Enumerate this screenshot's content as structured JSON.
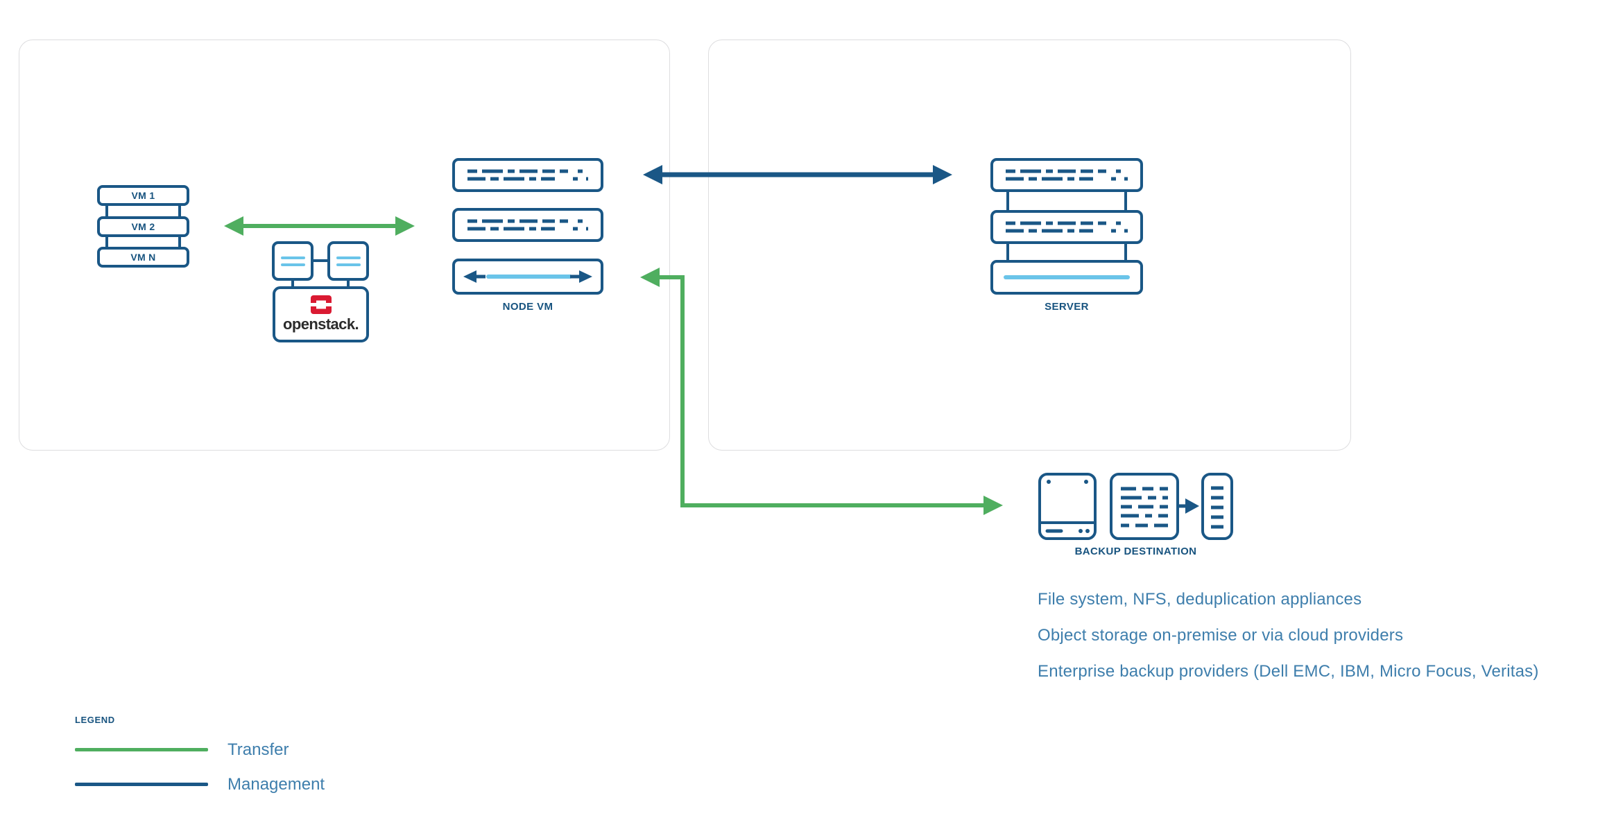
{
  "palette": {
    "navy": "#1A5786",
    "light_blue": "#6AC4E9",
    "green": "#4FAE5F",
    "caption_blue": "#3E7EAC",
    "openstack_red": "#DA1A32",
    "panel_border": "#DDDDDF"
  },
  "left_panel": {
    "vm_stack": {
      "items": [
        "VM 1",
        "VM 2",
        "VM N"
      ]
    },
    "openstack": {
      "wordmark": "openstack."
    },
    "node_vm": {
      "label": "NODE VM"
    }
  },
  "right_panel": {
    "server": {
      "label": "SERVER"
    }
  },
  "backup_destination": {
    "label": "BACKUP DESTINATION",
    "icons": [
      "disk-drive-icon",
      "file-list-icon",
      "arrow-right-icon",
      "tape-column-icon"
    ],
    "caption_lines": [
      "File system, NFS, deduplication appliances",
      "Object storage on-premise or via cloud providers",
      "Enterprise backup providers (Dell EMC, IBM, Micro Focus, Veritas)"
    ]
  },
  "legend": {
    "title": "LEGEND",
    "items": [
      {
        "label": "Transfer",
        "color": "#4FAE5F"
      },
      {
        "label": "Management",
        "color": "#1A5786"
      }
    ]
  }
}
